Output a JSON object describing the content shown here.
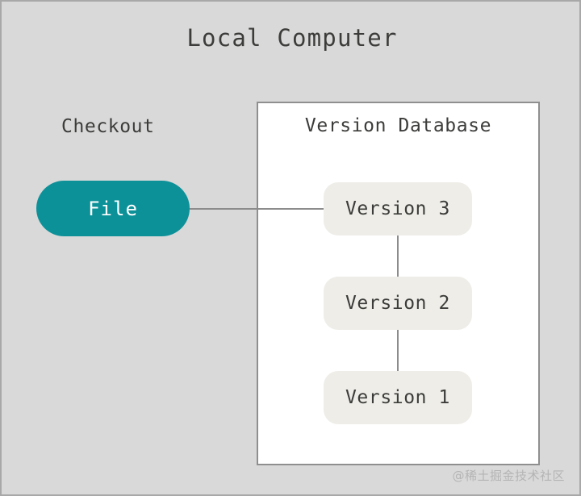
{
  "diagram": {
    "title": "Local Computer",
    "background_color": "#d9d9d9",
    "border_color": "#a8a8a8"
  },
  "checkout": {
    "label": "Checkout",
    "file_node": {
      "label": "File",
      "fill_color": "#0d9199",
      "text_color": "#ffffff"
    }
  },
  "version_database": {
    "title": "Version Database",
    "panel_color": "#ffffff",
    "panel_border_color": "#8f8f8f",
    "node_fill_color": "#eeede8",
    "node_text_color": "#3c3c3a",
    "nodes": [
      {
        "label": "Version 3"
      },
      {
        "label": "Version 2"
      },
      {
        "label": "Version 1"
      }
    ]
  },
  "connectors": {
    "color": "#8c8c8c",
    "file_to_version3": "File to Version 3",
    "version3_to_version2": "Version 3 to Version 2",
    "version2_to_version1": "Version 2 to Version 1"
  },
  "watermark": {
    "text": "@稀土掘金技术社区"
  }
}
